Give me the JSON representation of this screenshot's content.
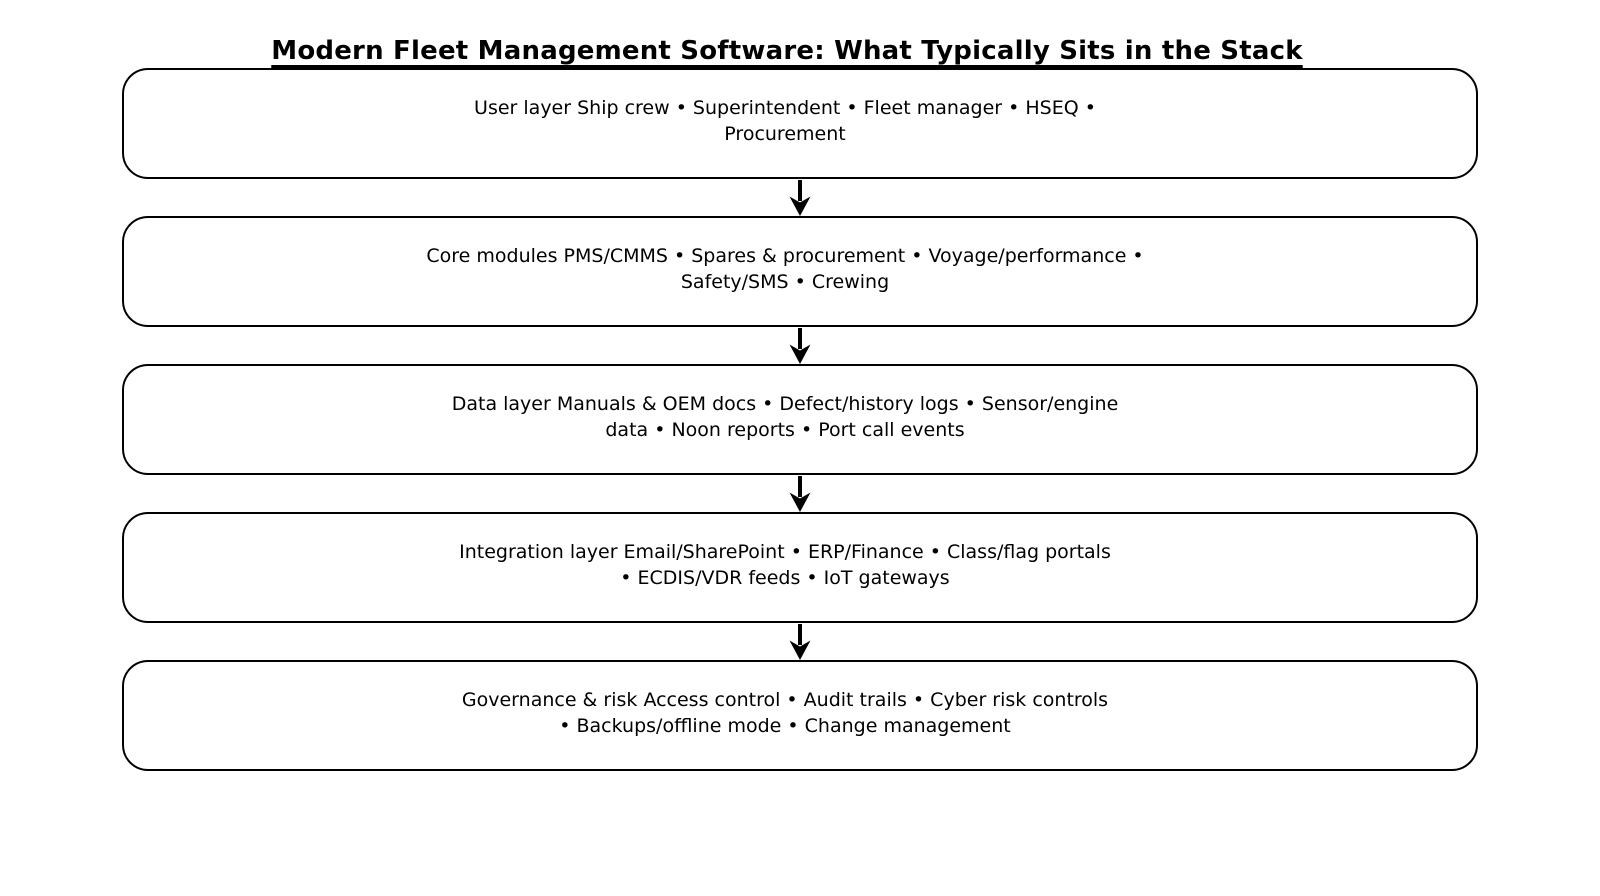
{
  "title": "Modern Fleet Management Software: What Typically Sits in the Stack",
  "colors": {
    "ink": "#000000",
    "background": "#ffffff"
  },
  "diagram_type": "vertical-stack-flowchart",
  "layers": [
    {
      "id": "user-layer",
      "line1": "User layer Ship crew • Superintendent • Fleet manager • HSEQ •",
      "line2": "Procurement"
    },
    {
      "id": "core-modules",
      "line1": "Core modules PMS/CMMS • Spares & procurement • Voyage/performance •",
      "line2": "Safety/SMS • Crewing"
    },
    {
      "id": "data-layer",
      "line1": "Data layer Manuals & OEM docs • Defect/history logs • Sensor/engine",
      "line2": "data • Noon reports • Port call events"
    },
    {
      "id": "integration-layer",
      "line1": "Integration layer Email/SharePoint • ERP/Finance • Class/flag portals",
      "line2": "• ECDIS/VDR feeds • IoT gateways"
    },
    {
      "id": "governance-risk",
      "line1": "Governance & risk Access control • Audit trails • Cyber risk controls",
      "line2": "• Backups/offline mode • Change management"
    }
  ],
  "connector": {
    "icon": "arrow-down-icon",
    "count": 4
  }
}
